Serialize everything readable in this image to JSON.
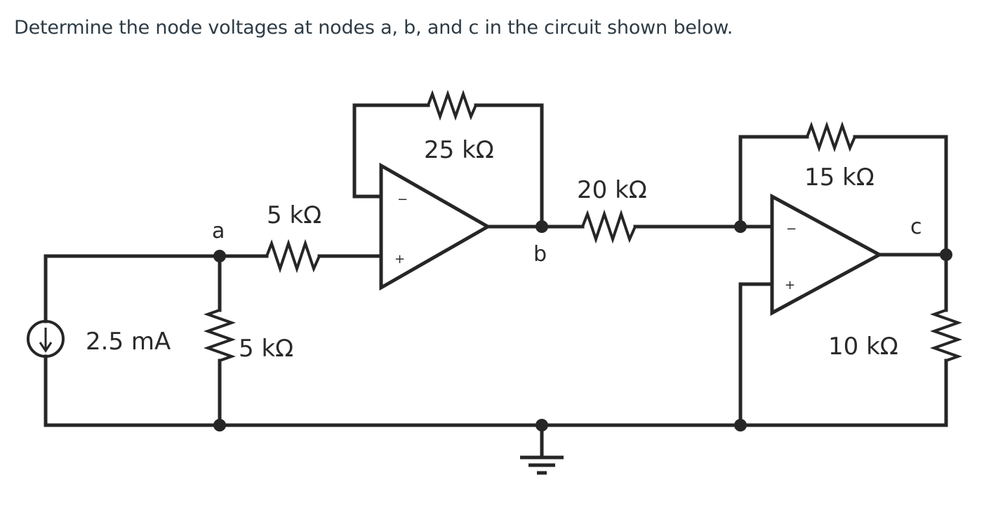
{
  "question": "Determine the node voltages at nodes a, b, and c in the circuit shown below.",
  "labels": {
    "r_a_b": "5 kΩ",
    "r_a_gnd": "5 kΩ",
    "r_fb1": "25 kΩ",
    "r_b_in2": "20 kΩ",
    "r_fb2": "15 kΩ",
    "r_c_gnd": "10 kΩ",
    "source": "2.5 mA"
  },
  "nodes": {
    "a": "a",
    "b": "b",
    "c": "c"
  },
  "opamp_signs": {
    "minus": "−",
    "plus": "+"
  }
}
